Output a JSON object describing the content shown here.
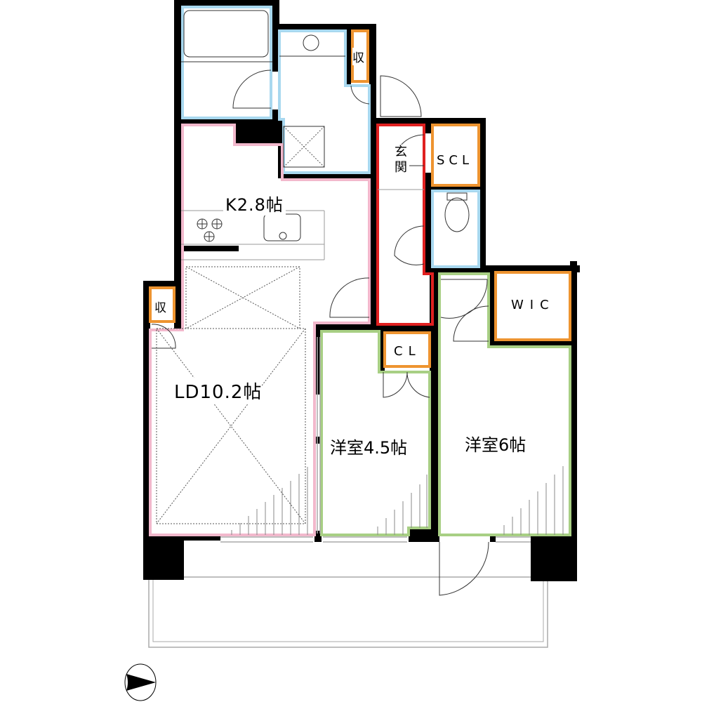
{
  "floor_plan": {
    "colors": {
      "wall": "#000000",
      "wet_area": "#a8d8ef",
      "living_kitchen": "#f2b8cc",
      "entrance": "#e02020",
      "storage": "#ee9430",
      "bedroom": "#a8cf84",
      "balcony_outline": "#aaaaaa"
    },
    "rooms": [
      {
        "id": "kitchen",
        "label": "K2.8帖",
        "type": "kitchen"
      },
      {
        "id": "living-dining",
        "label": "LD10.2帖",
        "type": "living"
      },
      {
        "id": "bedroom-1",
        "label": "洋室4.5帖",
        "type": "bedroom"
      },
      {
        "id": "bedroom-2",
        "label": "洋室6帖",
        "type": "bedroom"
      },
      {
        "id": "entrance",
        "label_line1": "玄",
        "label_line2": "関",
        "type": "entrance"
      },
      {
        "id": "shoe-closet",
        "label": "SCL",
        "type": "storage"
      },
      {
        "id": "walk-in-closet",
        "label": "WIC",
        "type": "storage"
      },
      {
        "id": "closet",
        "label": "CL",
        "type": "storage"
      },
      {
        "id": "storage-washroom",
        "label": "収",
        "type": "storage"
      },
      {
        "id": "storage-ld",
        "label": "収",
        "type": "storage"
      },
      {
        "id": "bathroom",
        "label": "",
        "type": "wet"
      },
      {
        "id": "washroom",
        "label": "",
        "type": "wet"
      },
      {
        "id": "toilet",
        "label": "",
        "type": "wet"
      },
      {
        "id": "balcony",
        "label": "",
        "type": "balcony"
      }
    ],
    "compass": {
      "direction": "north-arrow",
      "points": "right"
    }
  }
}
